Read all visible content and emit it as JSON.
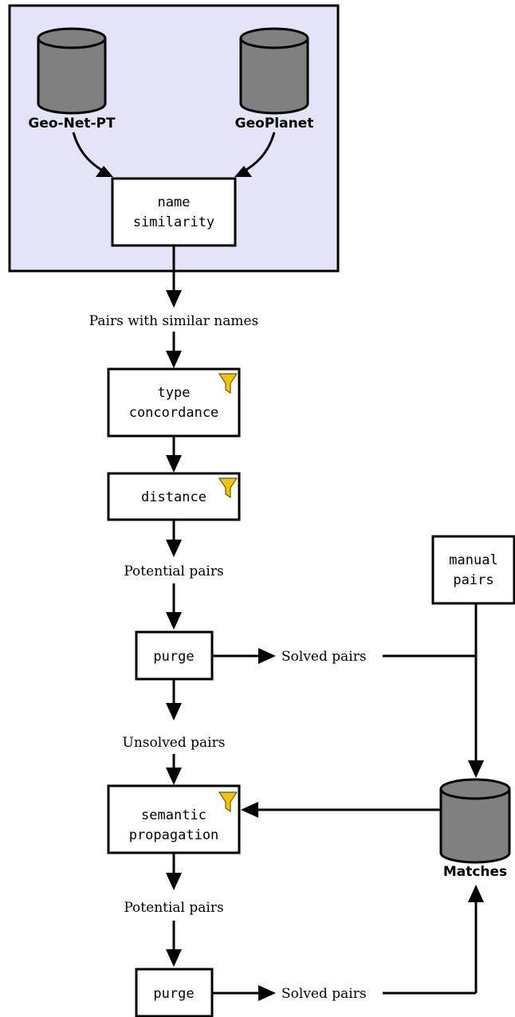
{
  "colors": {
    "panel_fill": "#e4e4f8",
    "cylinder_fill": "#808080",
    "filter_icon": "#f5c400"
  },
  "icons": [
    "database-icon",
    "filter-icon"
  ],
  "nodes": {
    "geonet_label": "Geo-Net-PT",
    "geoplanet_label": "GeoPlanet",
    "name_similarity": [
      "name",
      "similarity"
    ],
    "type_concordance": [
      "type",
      "concordance"
    ],
    "distance": "distance",
    "manual_pairs": [
      "manual",
      "pairs"
    ],
    "purge_1": "purge",
    "semantic_propagation": [
      "semantic",
      "propagation"
    ],
    "purge_2": "purge",
    "matches_label": "Matches"
  },
  "edge_labels": {
    "pairs_similar_names": "Pairs with similar names",
    "potential_pairs_1": "Potential pairs",
    "solved_pairs_1": "Solved pairs",
    "unsolved_pairs": "Unsolved pairs",
    "potential_pairs_2": "Potential pairs",
    "solved_pairs_2": "Solved pairs"
  }
}
